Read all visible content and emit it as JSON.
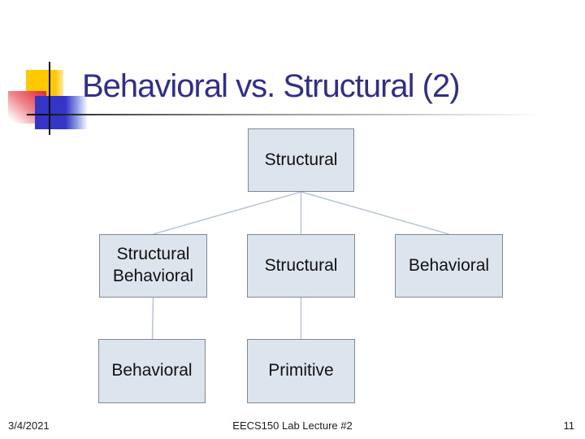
{
  "slide": {
    "title": "Behavioral vs. Structural (2)",
    "footer": {
      "date": "3/4/2021",
      "title": "EECS150 Lab Lecture #2",
      "page_number": "11"
    }
  },
  "diagram": {
    "type": "tree",
    "nodes": {
      "root": {
        "label": "Structural"
      },
      "child_left": {
        "label": "Structural Behavioral"
      },
      "child_mid": {
        "label": "Structural"
      },
      "child_right": {
        "label": "Behavioral"
      },
      "leaf_left": {
        "label": "Behavioral"
      },
      "leaf_mid": {
        "label": "Primitive"
      }
    },
    "edges": [
      {
        "from": "root",
        "to": "child_left"
      },
      {
        "from": "root",
        "to": "child_mid"
      },
      {
        "from": "root",
        "to": "child_right"
      },
      {
        "from": "child_left",
        "to": "leaf_left"
      },
      {
        "from": "child_mid",
        "to": "leaf_mid"
      }
    ]
  },
  "colors": {
    "title_text": "#2e2e8c",
    "node_fill": "#dce4ee",
    "node_border": "#7f8893",
    "connector": "#b2c0d4",
    "accent_yellow": "#ffc800",
    "accent_red": "#e73138",
    "accent_blue": "#3434c6",
    "rule_gray": "#8a8a8a"
  }
}
